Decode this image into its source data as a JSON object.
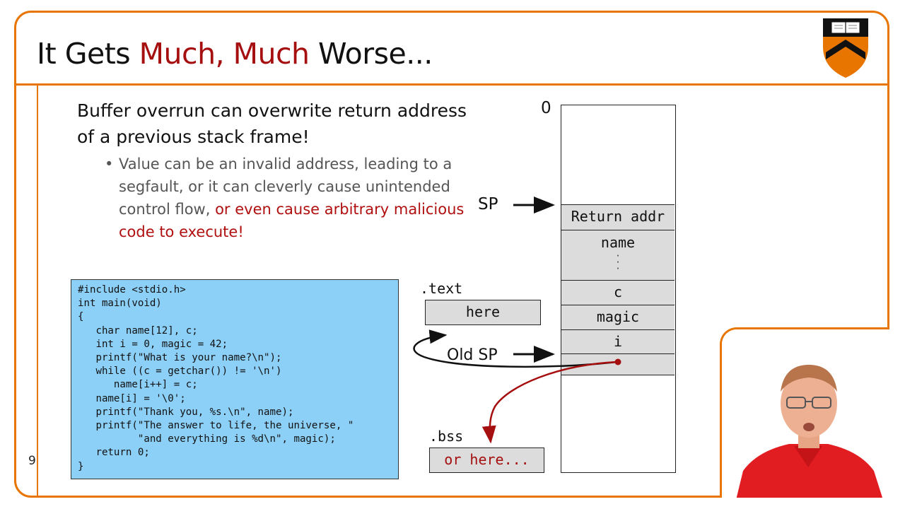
{
  "slide": {
    "title_parts": [
      "It Gets ",
      "Much, Much",
      " Worse..."
    ],
    "main_text": "Buffer overrun can overwrite return address of a previous stack frame!",
    "bullet_plain": "Value can be an invalid address, leading to a segfault, or it can cleverly cause unintended control flow, ",
    "bullet_red": "or even cause arbitrary malicious code to execute!",
    "slide_number": "9"
  },
  "code": "#include <stdio.h>\nint main(void)\n{\n   char name[12], c;\n   int i = 0, magic = 42;\n   printf(\"What is your name?\\n\");\n   while ((c = getchar()) != '\\n')\n      name[i++] = c;\n   name[i] = '\\0';\n   printf(\"Thank you, %s.\\n\", name);\n   printf(\"The answer to life, the universe, \"\n          \"and everything is %d\\n\", magic);\n   return 0;\n}",
  "diagram": {
    "text_label": ".text",
    "text_box": "here",
    "bss_label": ".bss",
    "bss_box": "or here...",
    "zero_label": "0",
    "sp_label": "SP",
    "old_sp_label": "Old SP",
    "stack_cells": [
      "Return addr",
      "name",
      "c",
      "magic",
      "i",
      ""
    ]
  },
  "colors": {
    "accent": "#e77500",
    "red": "#a50f0f",
    "code_bg": "#8dd0f7",
    "cell_bg": "#dcdcdc"
  },
  "icons": {
    "logo": "princeton-shield-icon"
  }
}
